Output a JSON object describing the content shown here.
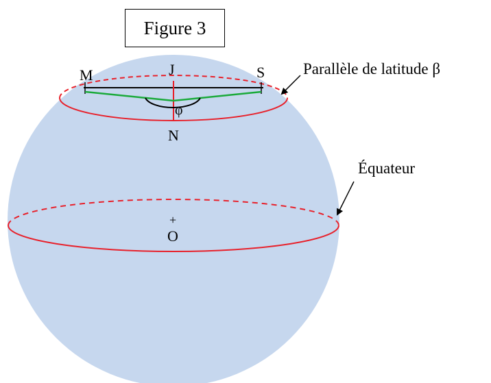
{
  "figure": {
    "title": "Figure 3",
    "points": {
      "M": "M",
      "J": "J",
      "S": "S",
      "N": "N",
      "O": "O",
      "center_mark": "+"
    },
    "angle_label": "φ",
    "annotations": {
      "parallel": "Parallèle de latitude β",
      "equator": "Équateur"
    },
    "colors": {
      "sphere": "#c6d7ee",
      "circles": "#e8202a",
      "path": "#1aaa3a",
      "lines": "#000000"
    }
  }
}
